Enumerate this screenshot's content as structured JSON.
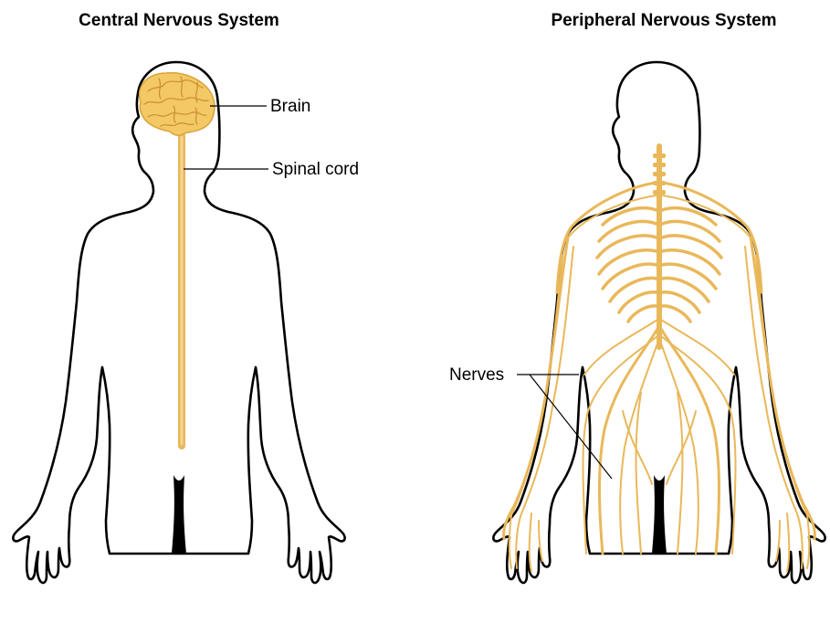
{
  "titles": {
    "left": "Central Nervous System",
    "right": "Peripheral Nervous System"
  },
  "labels": {
    "brain": "Brain",
    "spinal_cord": "Spinal cord",
    "nerves": "Nerves"
  },
  "colors": {
    "nerve": "#e9b85a",
    "brain": "#f3c865",
    "outline": "#000000",
    "background": "#ffffff"
  }
}
